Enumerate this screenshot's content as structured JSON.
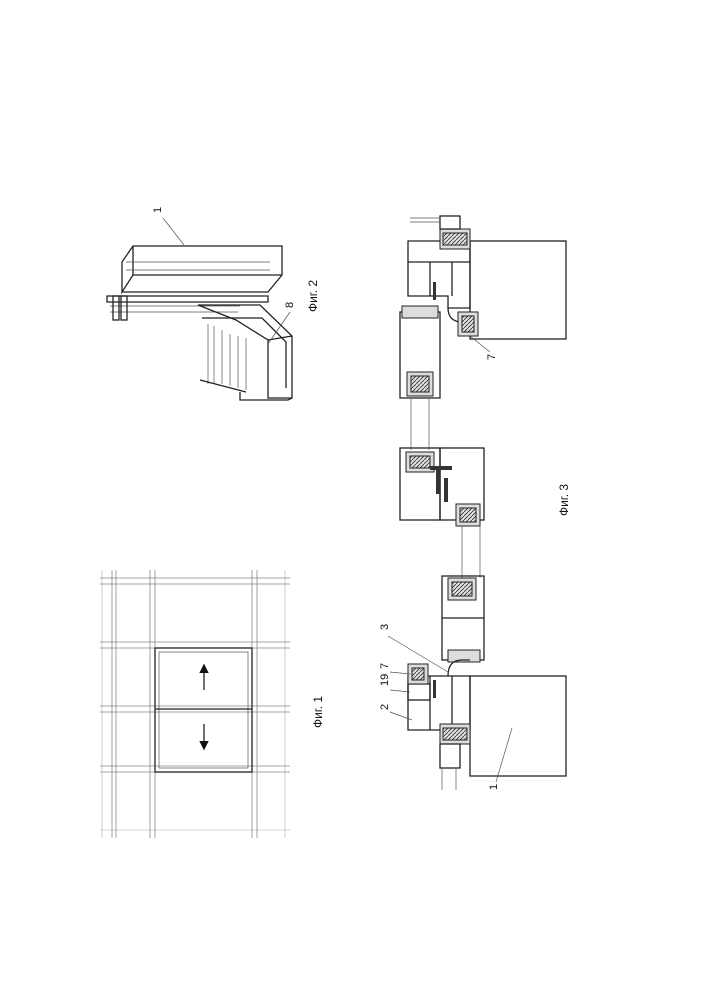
{
  "figure_1": {
    "caption": "Фиг. 1"
  },
  "figure_2": {
    "caption": "Фиг. 2",
    "callouts": {
      "frame": "1",
      "sash": "8"
    }
  },
  "figure_3": {
    "caption": "Фиг. 3",
    "callouts": {
      "post": "1",
      "profile": "2",
      "bracket": "3",
      "seal_left": "7",
      "clip": "19",
      "seal_right": "7"
    }
  }
}
